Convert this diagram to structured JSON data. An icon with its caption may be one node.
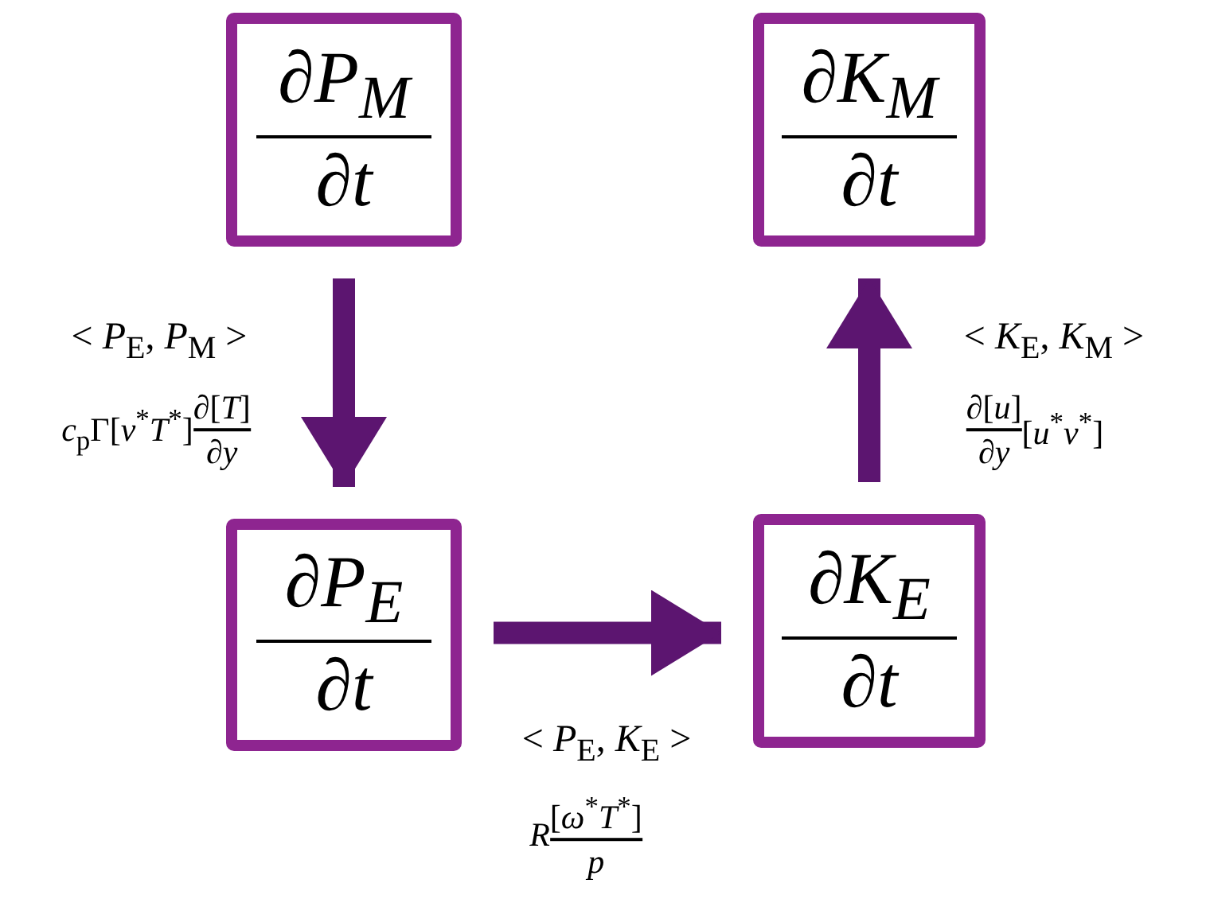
{
  "diagram": {
    "nodes": [
      {
        "text": [
          "∂P$_{M}$",
          "∂t"
        ]
      },
      {
        "text": [
          "∂K$_{M}$",
          "∂t"
        ]
      },
      {
        "text": [
          "∂P$_{E}$",
          "∂t"
        ]
      },
      {
        "text": [
          "∂K$_{E}$",
          "∂t"
        ]
      }
    ],
    "edges": [
      {
        "from": 0,
        "to": 2,
        "arrow": "to",
        "label": "< *P*$_{E}$, *P*$_{M}$ >"
      },
      {
        "from": 2,
        "to": 3,
        "arrow": "to",
        "label": "< *P*$_{E}$, *K*$_{E}$ >"
      },
      {
        "from": 3,
        "to": 1,
        "arrow": "to",
        "label": "< *K*$_{E}$, *K*$_{M}$ >"
      }
    ],
    "labels": [
      "*c*$_{p}$Γ[*v*$^{*}$*T*$^{*}$]",
      "∂[*T*]",
      "∂*y*",
      "∂[*u*]",
      "∂*y*",
      "[*u*$^{*}$*v*$^{*}$]",
      "*R*",
      "[*ω*$^{*}$*T*$^{*}$]",
      "*p*"
    ]
  }
}
